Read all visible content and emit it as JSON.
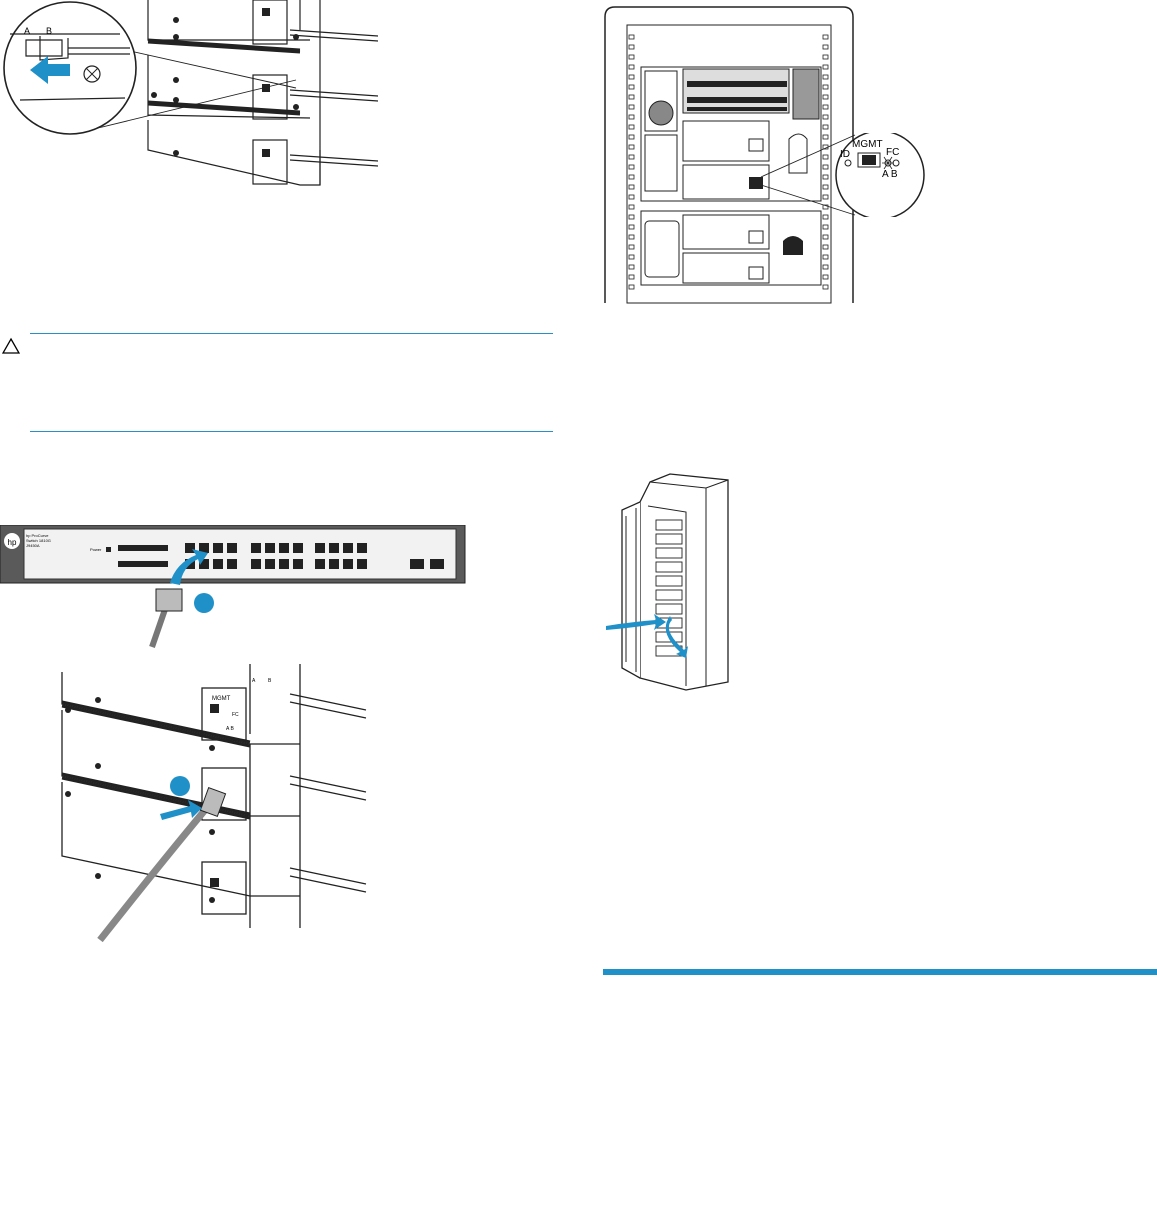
{
  "fig_mgmt_port_closeup": {
    "label_mgmt": "MGMT",
    "label_fc": "FC",
    "label_id": "ID",
    "label_ab": "A B"
  },
  "fig_cable_closeup": {
    "label_a": "A",
    "label_b": "B"
  },
  "fig_module_stack_bottom": {
    "label_mgmt": "MGMT",
    "label_fc": "FC",
    "label_ab": "A B",
    "label_a": "A",
    "label_b": "B"
  },
  "fig_switch": {
    "brand": "hp ProCurve",
    "model_line1": "Switch 1810G",
    "model_line2": "J9450A",
    "power_label": "Power"
  },
  "colors": {
    "accent_blue": "#1f90c8",
    "line_gray": "#222222"
  }
}
